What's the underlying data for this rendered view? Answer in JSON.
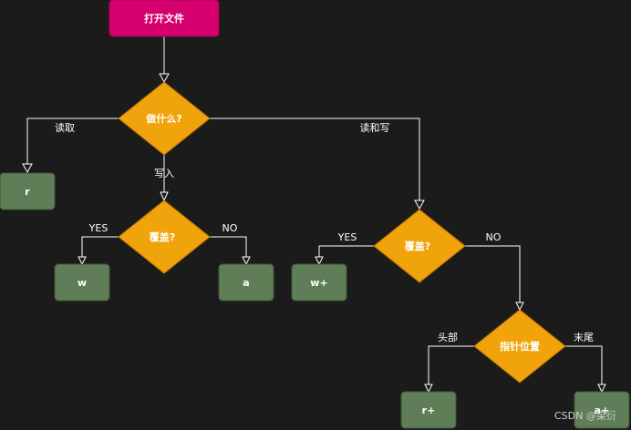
{
  "nodes": {
    "start": "打开文件",
    "decision_main": "做什么?",
    "result_r": "r",
    "decision_write": "覆盖?",
    "result_w": "w",
    "result_a": "a",
    "decision_rw": "覆盖?",
    "result_wplus": "w+",
    "decision_pointer": "指针位置",
    "result_rplus": "r+",
    "result_aplus": "a+"
  },
  "edges": {
    "read": "读取",
    "write": "写入",
    "read_write": "读和写",
    "write_yes": "YES",
    "write_no": "NO",
    "rw_yes": "YES",
    "rw_no": "NO",
    "pointer_head": "头部",
    "pointer_tail": "末尾"
  },
  "colors": {
    "background": "#1b1b1b",
    "start_fill": "#d6006e",
    "decision_fill": "#f0a30a",
    "result_fill": "#5f7d56",
    "line": "#ffffff"
  },
  "watermark": "CSDN @梁衍"
}
